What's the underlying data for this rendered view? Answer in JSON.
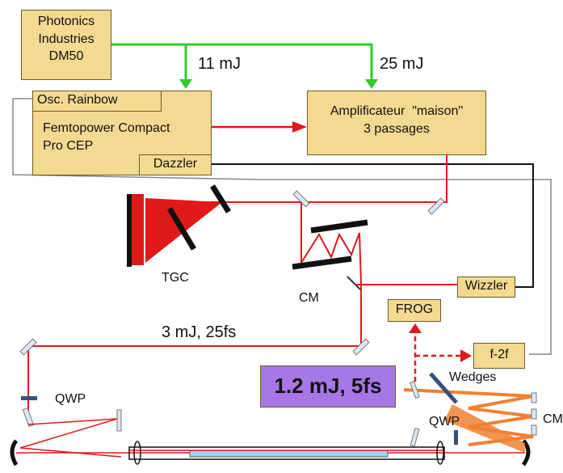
{
  "boxes": {
    "pump_laser": "Photonics\nIndustries\nDM50",
    "osc": "Osc. Rainbow",
    "femtopower": "Femtopower Compact\nPro CEP",
    "dazzler": "Dazzler",
    "amplifier": "Amplificateur  \"maison\"\n3 passages",
    "wizzler": "Wizzler",
    "frog": "FROG",
    "f2f": "f-2f",
    "output": "1.2 mJ, 5fs"
  },
  "labels": {
    "pump1": "11 mJ",
    "pump2": "25 mJ",
    "tgc": "TGC",
    "cm_top": "CM",
    "beam_energy": "3 mJ, 25fs",
    "qwp_left": "QWP",
    "qwp_right": "QWP",
    "wedges": "Wedges",
    "cm_right": "CM"
  },
  "colors": {
    "box_fill": "#f4d991",
    "output_fill": "#a777e6",
    "pump_beam": "#2ecc2e",
    "amp_beam": "#e01919",
    "compressed_beam": "#f08030",
    "signal_line": "#111111"
  }
}
